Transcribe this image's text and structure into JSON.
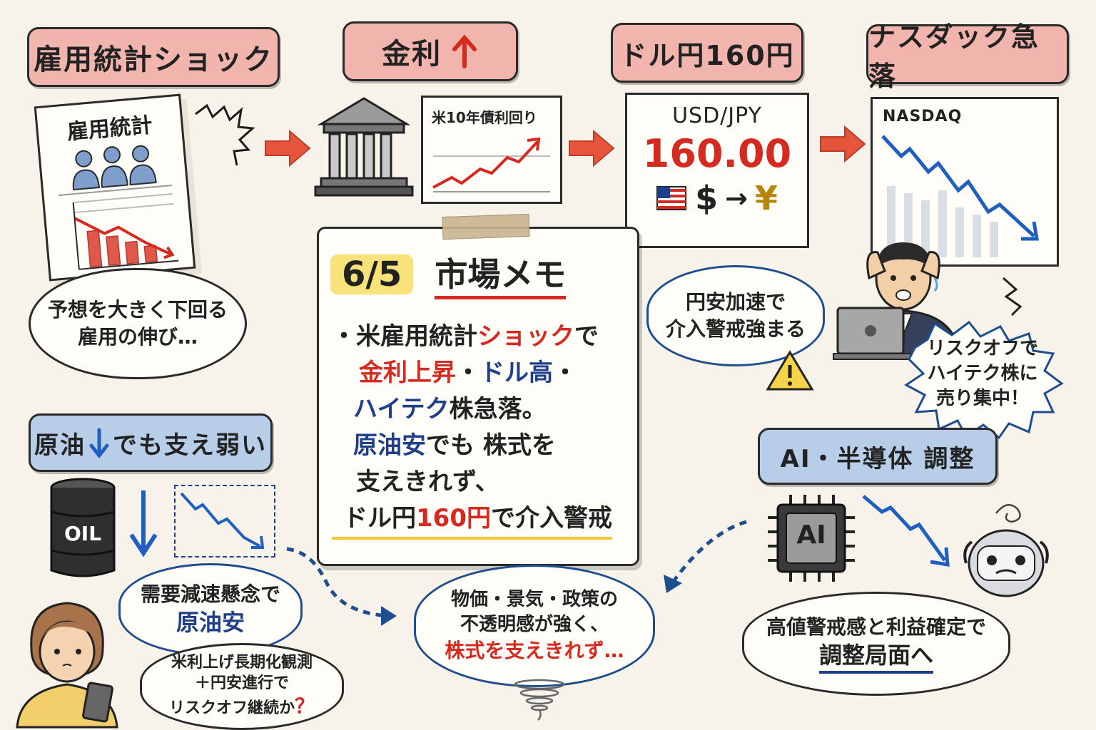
{
  "banners": {
    "employment_shock": "雇用統計ショック",
    "interest_rate": "金利",
    "usdjpy": "ドル円160円",
    "nasdaq_plunge": "ナスダック急落",
    "oil": "原油",
    "oil_rest": "でも支え弱い",
    "ai_semis": "AI・半導体 調整"
  },
  "report": {
    "title": "雇用統計"
  },
  "report_bubble": {
    "line1": "予想を大きく下回る",
    "line2": "雇用の伸び…"
  },
  "bond_chart": {
    "label": "米10年債利回り"
  },
  "fx_panel": {
    "pair": "USD/JPY",
    "rate": "160.00",
    "dollar": "$",
    "arrow": "→",
    "yen": "¥"
  },
  "nasdaq_panel": {
    "label": "NASDAQ"
  },
  "intervention_bubble": {
    "line1": "円安加速で",
    "line2": "介入警戒強まる"
  },
  "riskoff_bubble": {
    "line1": "リスクオフで",
    "line2": "ハイテク株に",
    "line3": "売り集中！"
  },
  "memo": {
    "date": "6/5",
    "title": "市場メモ",
    "l1_bullet": "・",
    "l1_a": "米雇用統計",
    "l1_b": "ショック",
    "l1_c": "で",
    "l2_a": "金利上昇",
    "l2_b": "・",
    "l2_c": "ドル高",
    "l2_d": "・",
    "l3_a": "ハイテク",
    "l3_b": "株急落。",
    "l4_a": "原油安",
    "l4_b": "でも 株式を",
    "l5": "支えきれず、",
    "l6_a": "ドル円",
    "l6_b": "160円",
    "l6_c": "で介入警戒"
  },
  "oil_barrel": {
    "label": "OIL"
  },
  "oil_bubble": {
    "line1": "需要減速懸念で",
    "line2": "原油安"
  },
  "rate_bubble": {
    "line1": "米利上げ長期化観測",
    "line2": "＋円安進行で",
    "line3": "リスクオフ継続か",
    "q": "？"
  },
  "uncertainty_bubble": {
    "line1": "物価・景気・政策の",
    "line2": "不透明感が強く、",
    "line3": "株式を支えきれず…"
  },
  "ai_chip": {
    "label": "AI"
  },
  "adjust_bubble": {
    "line1": "高値警戒感と利益確定で",
    "line2": "調整局面へ"
  },
  "colors": {
    "accent_red": "#d42a1f",
    "navy": "#1f3f8a",
    "banner_pink": "#f2b5ae",
    "banner_blue": "#b7cde8"
  }
}
